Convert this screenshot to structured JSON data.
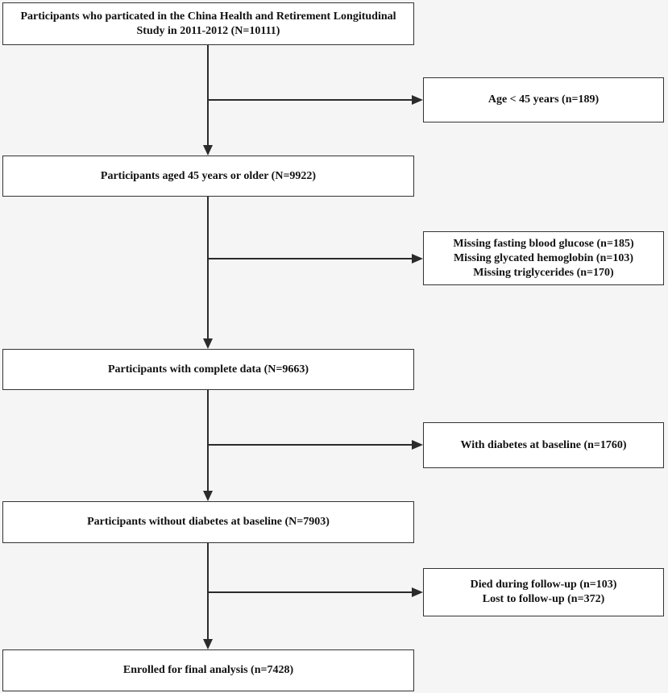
{
  "flowchart": {
    "main": [
      {
        "lines": [
          "Participants who particated in the China Health and Retirement Longitudinal",
          "Study in 2011-2012 (N=10111)"
        ]
      },
      {
        "lines": [
          "Participants aged 45 years or older (N=9922)"
        ]
      },
      {
        "lines": [
          "Participants with complete data (N=9663)"
        ]
      },
      {
        "lines": [
          "Participants without diabetes at baseline (N=7903)"
        ]
      },
      {
        "lines": [
          "Enrolled for final analysis (n=7428)"
        ]
      }
    ],
    "exclusions": [
      {
        "lines": [
          "Age < 45 years (n=189)"
        ]
      },
      {
        "lines": [
          "Missing fasting blood glucose (n=185)",
          "Missing glycated hemoglobin (n=103)",
          "Missing triglycerides (n=170)"
        ]
      },
      {
        "lines": [
          "With diabetes at baseline (n=1760)"
        ]
      },
      {
        "lines": [
          "Died during follow-up (n=103)",
          "Lost to follow-up (n=372)"
        ]
      }
    ]
  },
  "colors": {
    "line": "#2b2b2b",
    "box_border": "#333333",
    "background": "#f5f5f5"
  }
}
